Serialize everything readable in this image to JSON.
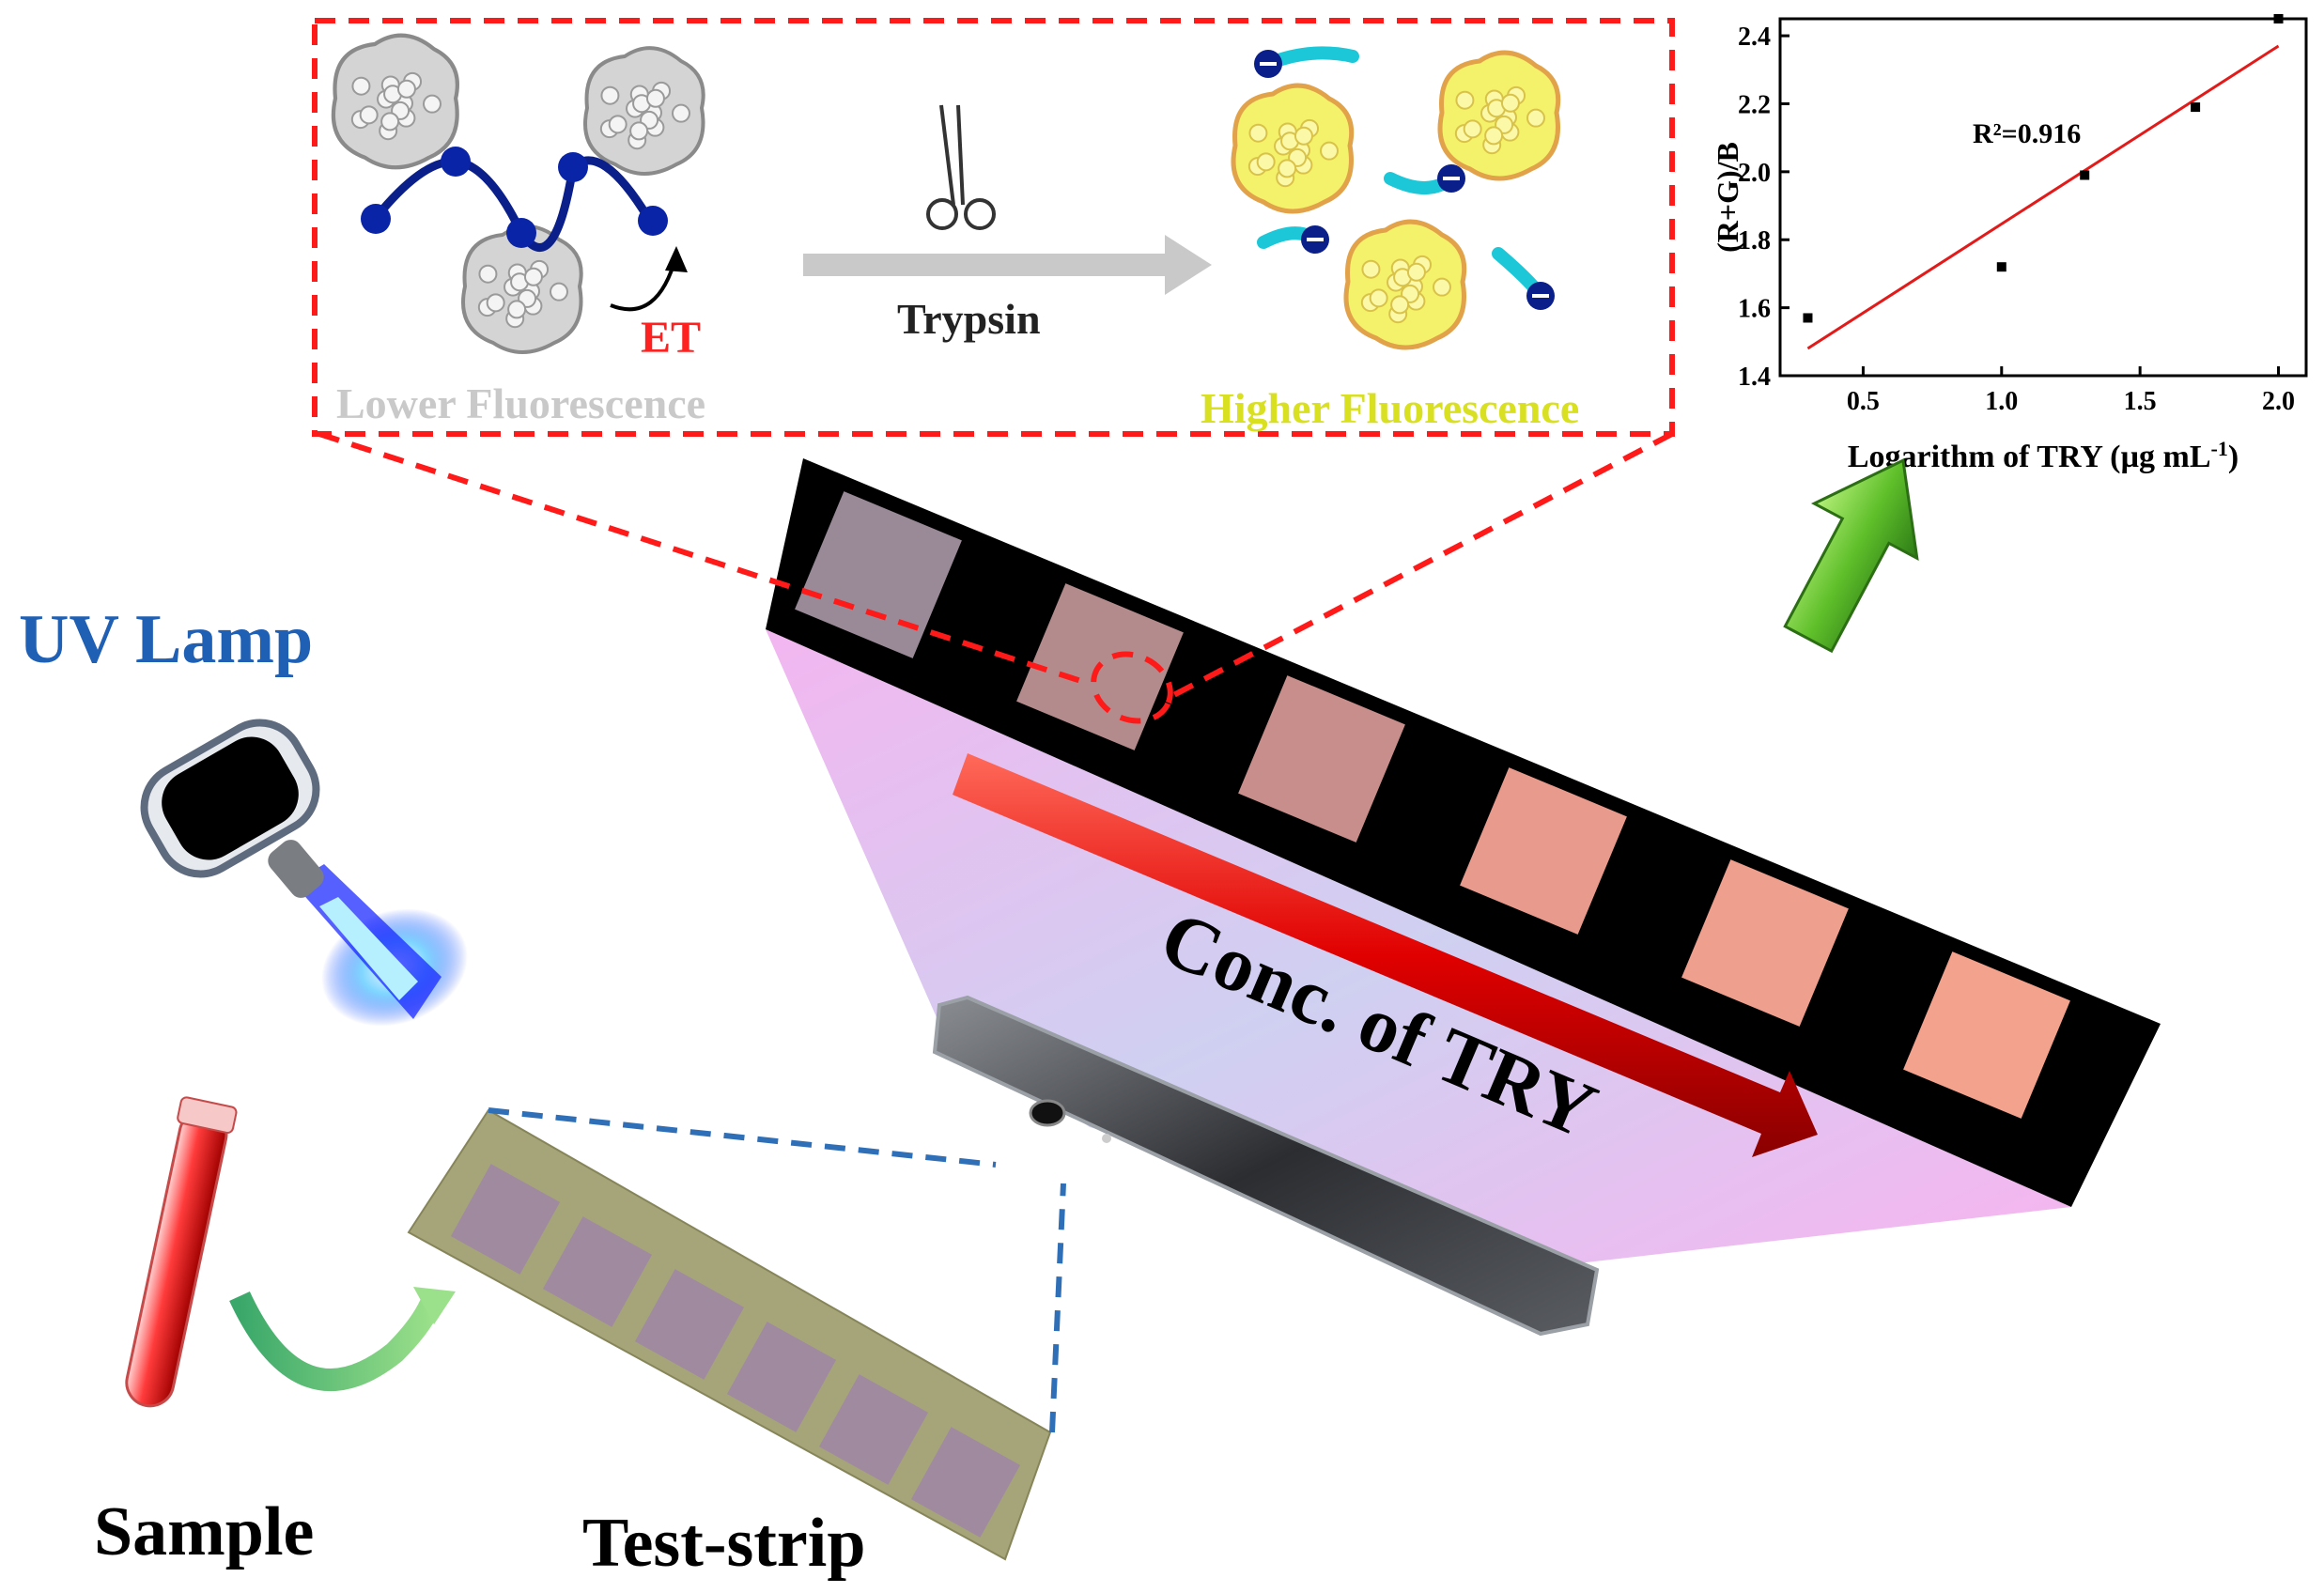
{
  "uv_lamp_label": "UV Lamp",
  "sample_label": "Sample",
  "test_strip_label": "Test-strip",
  "conc_label": "Conc. of TRY",
  "mechanism": {
    "enzyme_label": "Trypsin",
    "et_label": "ET",
    "lower_label": "Lower Fluorescence",
    "higher_label": "Higher Fluorescence"
  },
  "colors": {
    "uv_blue": "#1f5fb4",
    "dashed_red": "#ff1a1a",
    "dashed_blue": "#2f6fb8",
    "fit_line": "#e31a1a",
    "et_red": "#ff2020",
    "lower_gray": "#c9c9c9",
    "higher_yellow": "#d9e021",
    "strip_olive": "#a6a57a",
    "pad_violet": "#a08aa0",
    "arrow_green": "#5fbf2a"
  },
  "chart_data": {
    "type": "scatter",
    "title": "",
    "xlabel": "Logarithm of TRY (µg mL",
    "xlabel_sup": "-1",
    "xlabel_close": ")",
    "ylabel": "(R+G)/B",
    "annotation": "R²=0.916",
    "xlim": [
      0.2,
      2.1
    ],
    "ylim": [
      1.4,
      2.45
    ],
    "xticks": [
      "0.5",
      "1.0",
      "1.5",
      "2.0"
    ],
    "yticks": [
      "1.4",
      "1.6",
      "1.8",
      "2.0",
      "2.2",
      "2.4"
    ],
    "points": [
      {
        "x": 0.3,
        "y": 1.57
      },
      {
        "x": 1.0,
        "y": 1.72
      },
      {
        "x": 1.3,
        "y": 1.99
      },
      {
        "x": 1.7,
        "y": 2.19
      },
      {
        "x": 2.0,
        "y": 2.45
      }
    ],
    "fit": {
      "x0": 0.3,
      "y0": 1.48,
      "x1": 2.0,
      "y1": 2.37
    },
    "grid": false
  }
}
